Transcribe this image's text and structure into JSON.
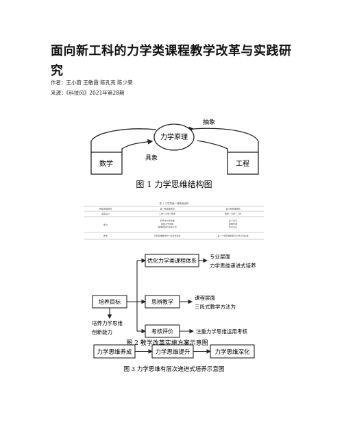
{
  "article": {
    "title": "面向新工科的力学类课程教学改革与实践研究",
    "authors_label": "作者：",
    "authors": "王小蔚 王敏霞 陈孔亮 陈少荣",
    "source_label": "来源：",
    "source": "《科技风》2021年第28期"
  },
  "fig1": {
    "center": "力学原理",
    "left": "数学",
    "right": "工程",
    "top_arrow": "抽象",
    "bottom_arrow": "具象",
    "caption": "图 1  力学思维结构图"
  },
  "table1": {
    "caption": "表 1  力学思维一再教育结构",
    "rows": [
      [
        "用途思维结构",
        "第一者思维结构",
        "第三者思维结构"
      ],
      [
        "思路设计",
        "工作一力学一数学",
        "数学一力学一工作"
      ],
      [
        "能力",
        "形式化大学思维\n建模力学思维\n解释模型的过程认知",
        "第一位可\n数据传递\n知识表达"
      ],
      [
        "教学",
        "力学思维教学的一般方法途径",
        "第一个能思维模型与力学认知系统"
      ]
    ]
  },
  "fig2": {
    "b1": "优化力学类课程体系",
    "b2": "培养目标",
    "b3": "思辨教学",
    "b4": "考核评价",
    "r1a": "专业层面",
    "r1b": "力学思维递进式培养",
    "r2a": "课程层面",
    "r2b": "三段式教学方法为",
    "r3": "注重力学思维运用考核",
    "l1": "培养力学思维",
    "l2": "创新能力",
    "caption": "图 2  教学改革实施方案示意图"
  },
  "fig3": {
    "s1": "力学思维养成",
    "s2": "力学思维提升",
    "s3": "力学思维深化",
    "caption": "图 3  力学思维有层次递进式培养示意图"
  }
}
